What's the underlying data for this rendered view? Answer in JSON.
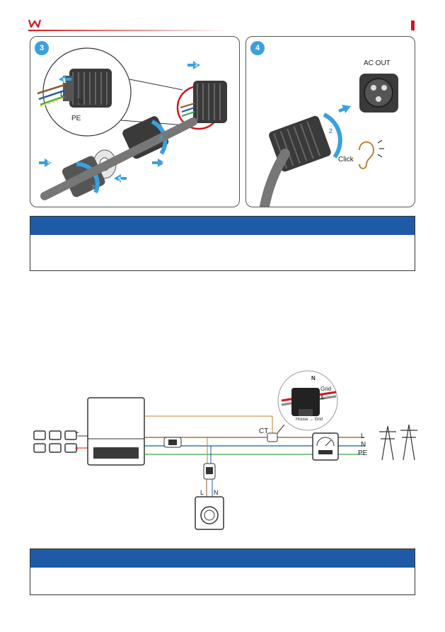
{
  "panel3": {
    "badge": "3",
    "labels": {
      "l": "L",
      "n": "N",
      "pe": "PE"
    },
    "steps": [
      "1",
      "2",
      "3",
      "4",
      "5",
      "6",
      "7"
    ]
  },
  "panel4": {
    "badge": "4",
    "connector_title": "AC OUT",
    "click_label": "Click",
    "steps": [
      "1",
      "2"
    ]
  },
  "diagram": {
    "dc_minus": "–",
    "dc_plus": "+",
    "ct_label": "CT",
    "line_labels": {
      "l": "L",
      "n": "N",
      "pe": "PE"
    },
    "load_labels": {
      "l": "L",
      "n": "N"
    },
    "ct_photo": {
      "n": "N",
      "grid": "Grid",
      "l": "L",
      "arrow_text": "House → Grid"
    }
  },
  "colors": {
    "accent_red": "#d4161c",
    "notice_blue": "#1f5aa6",
    "step_blue": "#3aa0e0"
  }
}
